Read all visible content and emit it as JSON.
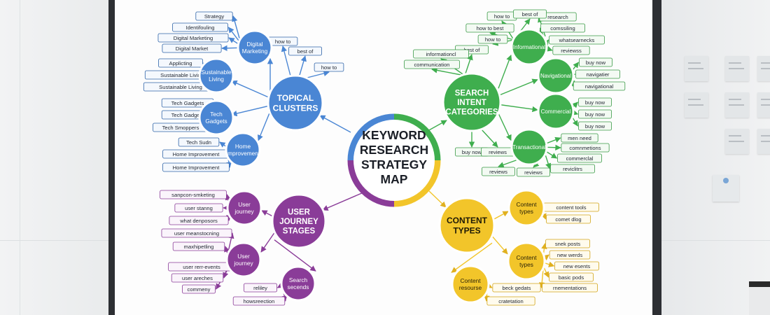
{
  "center": {
    "title_lines": [
      "KEYWORD",
      "RESEARCH",
      "STRATEGY",
      "MAP"
    ]
  },
  "colors": {
    "blue": "#4a86d4",
    "green": "#3fae4e",
    "purple": "#8a3c98",
    "yellow": "#f2c52a"
  },
  "topical": {
    "hub": [
      "TOPICAL",
      "CLUSTERS"
    ],
    "subs": [
      {
        "label": [
          "Digital",
          "Marketing"
        ],
        "items": [
          "Strategy",
          "Identifouling",
          "Digital Marketing",
          "Digital Market"
        ]
      },
      {
        "label": [
          "Sustainable",
          "Living"
        ],
        "items": [
          "Applicting",
          "Sustainable Living",
          "Sustainable Living"
        ]
      },
      {
        "label": [
          "Tech",
          "Gadgets"
        ],
        "items": [
          "Tech Gadgets",
          "Tech Gadgets",
          "Tech Smoppers"
        ]
      },
      {
        "label": [
          "Home",
          "Improvement"
        ],
        "items": [
          "Tech Sudn",
          "Home Improvement",
          "Home Improvement"
        ]
      }
    ],
    "extras": [
      "how to",
      "best of",
      "how to"
    ]
  },
  "intent": {
    "hub": [
      "SEARCH",
      "INTENT",
      "CATEGORIES"
    ],
    "subs": [
      {
        "label": [
          "Informational"
        ],
        "items": [
          "research",
          "comssiling",
          "whatsearnecks",
          "reviewss"
        ]
      },
      {
        "label": [
          "Navigational"
        ],
        "items": [
          "buy now",
          "navigatier",
          "navigational"
        ]
      },
      {
        "label": [
          "Commercial"
        ],
        "items": [
          "buy now",
          "buy now",
          "buy now"
        ]
      },
      {
        "label": [
          "Transactional"
        ],
        "items": [
          "men need",
          "comnmetions",
          "commerclal",
          "reviclitrs",
          "reviews",
          "reviews"
        ]
      }
    ],
    "top": [
      "how to",
      "best of",
      "how to best",
      "how to",
      "best of",
      "informationcl",
      "communication"
    ],
    "bottom": [
      "buy now",
      "reviews"
    ]
  },
  "journey": {
    "hub": [
      "USER",
      "JOURNEY",
      "STAGES"
    ],
    "subs": [
      {
        "label": [
          "User",
          "journey"
        ],
        "items": [
          "sanpcon-smketing",
          "user stanng",
          "what denposors"
        ]
      },
      {
        "label": [
          "User",
          "journey"
        ],
        "items": [
          "user meanstocning",
          "maxhipetling",
          "user rerr-events",
          "user areches",
          "commeny"
        ]
      },
      {
        "label": [
          "Search",
          "secends"
        ],
        "items": [
          "reliley",
          "howsreection"
        ]
      }
    ]
  },
  "content": {
    "hub": [
      "CONTENT",
      "TYPES"
    ],
    "subs": [
      {
        "label": [
          "Content",
          "types"
        ],
        "items": [
          "content tools",
          "comet dlog"
        ]
      },
      {
        "label": [
          "Content",
          "types"
        ],
        "items": [
          "snek posts",
          "new werds",
          "new esents",
          "basic pods",
          "rnementations"
        ]
      },
      {
        "label": [
          "Content",
          "resourse"
        ],
        "items": [
          "beck gedats",
          "cratetation"
        ]
      }
    ]
  }
}
